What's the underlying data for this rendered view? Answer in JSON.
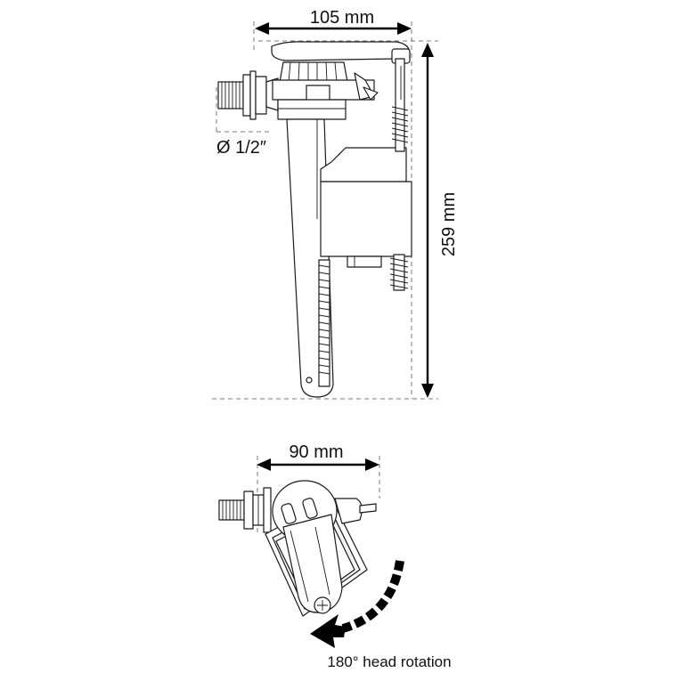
{
  "labels": {
    "width_top": "105 mm",
    "height_side": "259 mm",
    "inlet": "Ø 1/2″",
    "width_bottom": "90 mm",
    "rotation": "180° head rotation"
  },
  "colors": {
    "line": "#1a1a1a",
    "dimension": "#000000",
    "guide": "#7a7a7a",
    "background": "#ffffff"
  }
}
